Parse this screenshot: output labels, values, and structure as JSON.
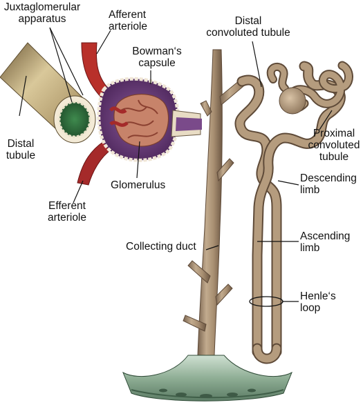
{
  "labels": {
    "juxtaglomerular_1": "Juxtaglomerular",
    "juxtaglomerular_2": "apparatus",
    "afferent_1": "Afferent",
    "afferent_2": "arteriole",
    "bowman_1": "Bowman‘s",
    "bowman_2": "capsule",
    "distal_conv_1": "Distal",
    "distal_conv_2": "convoluted tubule",
    "distal_tubule_1": "Distal",
    "distal_tubule_2": "tubule",
    "glomerulus": "Glomerulus",
    "efferent_1": "Efferent",
    "efferent_2": "arteriole",
    "proximal_1": "Proximal",
    "proximal_2": "convoluted",
    "proximal_3": "tubule",
    "descending_1": "Descending",
    "descending_2": "limb",
    "collecting_duct": "Collecting duct",
    "ascending_1": "Ascending",
    "ascending_2": "limb",
    "henle_1": "Henle‘s",
    "henle_2": "loop"
  },
  "colors": {
    "tubule": "#a88f72",
    "tubule_dark": "#7a6450",
    "artery": "#a52a2a",
    "artery_light": "#c4453c",
    "capsule": "#6a3a7a",
    "glomerulus": "#c7836a",
    "lumen": "#2e6a3a",
    "base_tissue": "#6f8f78"
  }
}
